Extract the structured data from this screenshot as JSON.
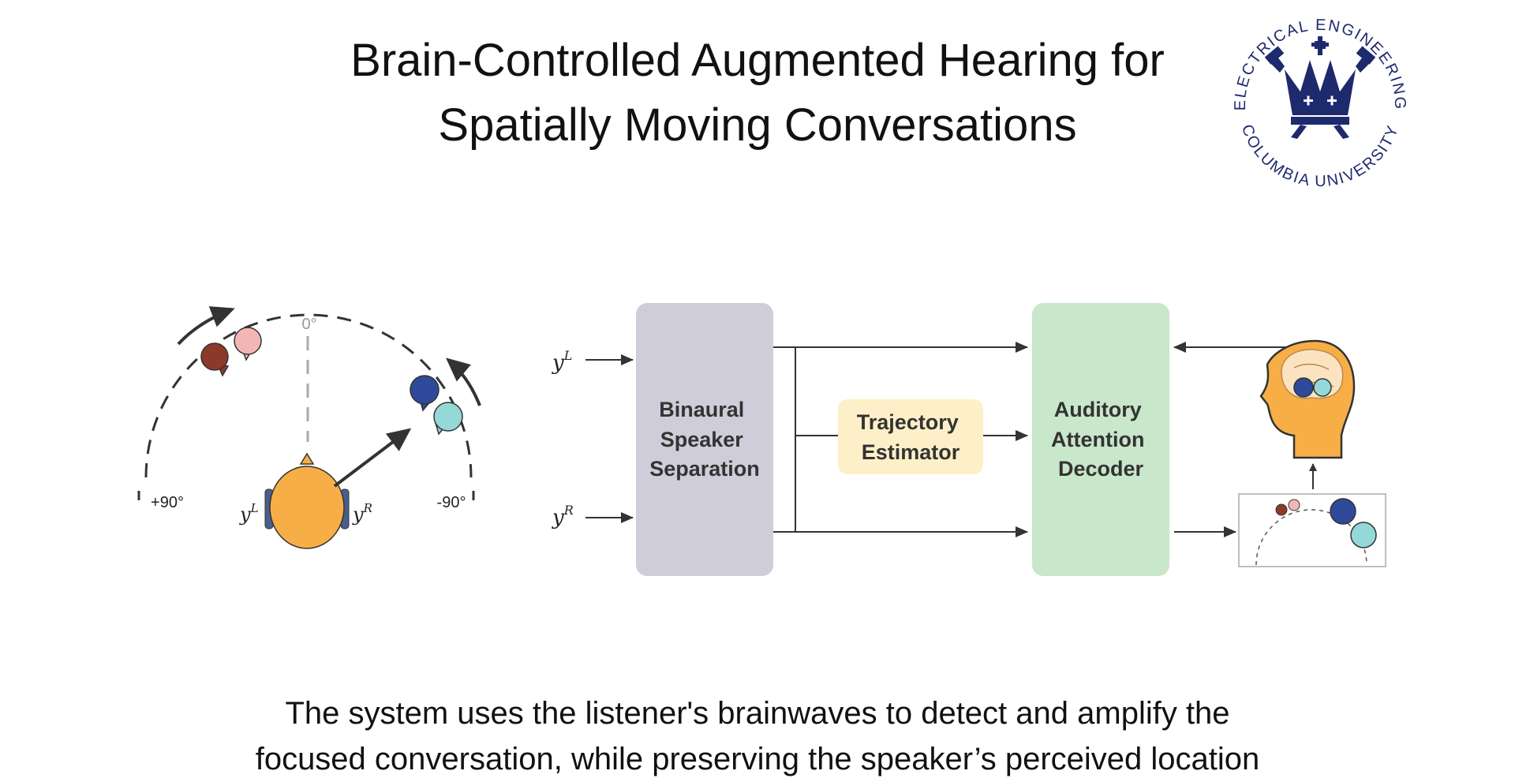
{
  "title": {
    "line1": "Brain-Controlled Augmented Hearing for",
    "line2": "Spatially Moving Conversations"
  },
  "logo": {
    "top_text": "ELECTRICAL ENGINEERING",
    "bottom_text": "COLUMBIA UNIVERSITY"
  },
  "scene": {
    "angle_top": "0°",
    "angle_left": "+90°",
    "angle_right": "-90°",
    "ear_left_base": "y",
    "ear_left_sup": "L",
    "ear_right_base": "y",
    "ear_right_sup": "R"
  },
  "pipeline": {
    "input_left_base": "y",
    "input_left_sup": "L",
    "input_right_base": "y",
    "input_right_sup": "R",
    "separation": [
      "Binaural",
      "Speaker",
      "Separation"
    ],
    "trajectory": [
      "Trajectory",
      "Estimator"
    ],
    "decoder": [
      "Auditory",
      "Attention",
      "Decoder"
    ]
  },
  "colors": {
    "head_orange": "#F7AE47",
    "speaker_brown": "#8B3A2A",
    "speaker_pink": "#F2B7B5",
    "speaker_navy": "#2F4A9A",
    "speaker_cyan": "#95D8D8",
    "separation_box": "#CFCDD9",
    "trajectory_box": "#FDF0C8",
    "decoder_box": "#C9E7CA",
    "logo_navy": "#1E2A6E"
  },
  "caption": {
    "line1": "The system uses the listener's brainwaves to detect and amplify the",
    "line2": "focused conversation, while preserving the speaker’s perceived location"
  }
}
